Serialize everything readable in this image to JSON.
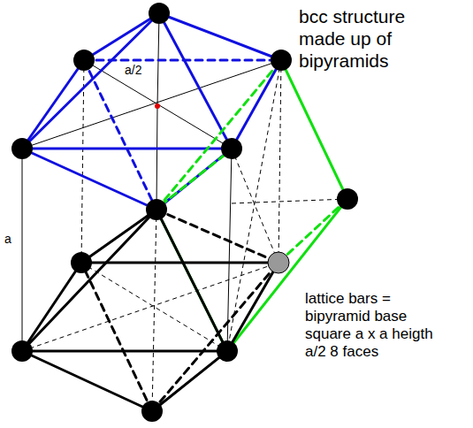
{
  "diagram": {
    "title": "bcc structure made up of bipyramids",
    "labels": [
      "a/2",
      "a",
      "lattice bars = bipyramid base square a x a heigth a/2 8 faces"
    ]
  }
}
